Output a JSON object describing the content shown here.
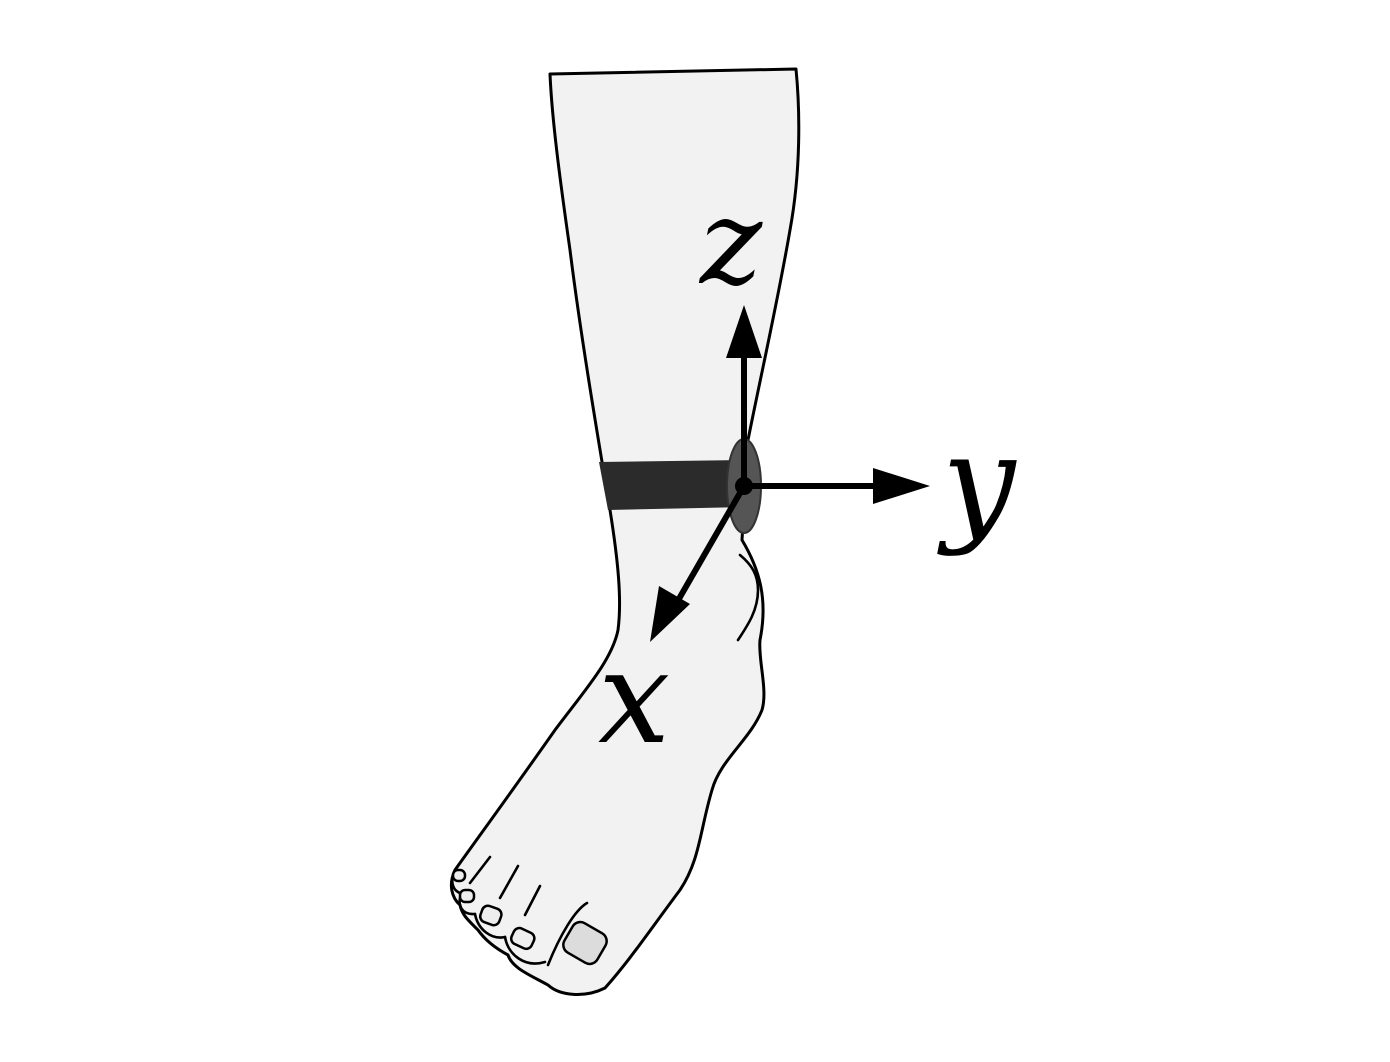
{
  "axes": {
    "z": {
      "label": "z"
    },
    "y": {
      "label": "y"
    },
    "x": {
      "label": "x"
    }
  },
  "colors": {
    "skin": "#f2f2f2",
    "outline": "#000000",
    "strap": "#2b2b2b",
    "sensor": "#555555",
    "big_toenail": "#dcdcdc",
    "toenail": "#eeeeee",
    "arrow": "#000000"
  },
  "icons": {
    "sensor": "imu-sensor-icon",
    "strap": "ankle-strap"
  }
}
